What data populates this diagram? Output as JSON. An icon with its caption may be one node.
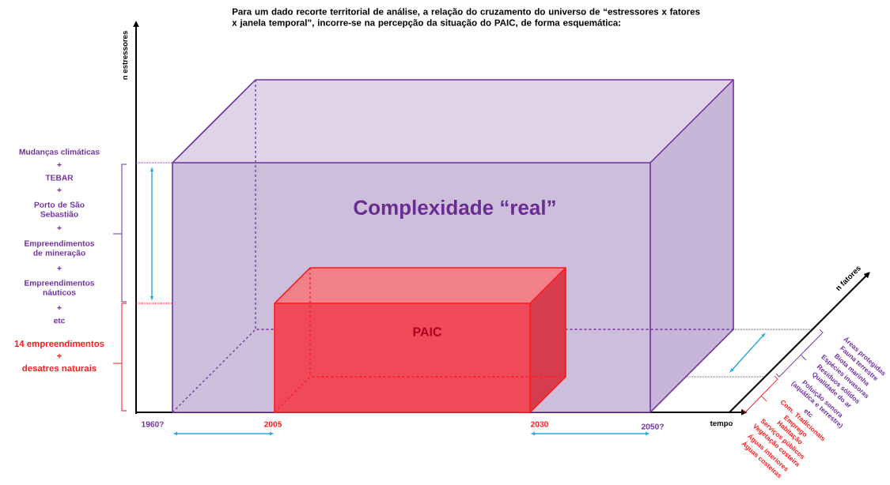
{
  "diagram": {
    "title": "Para um dado recorte territorial de análise, a relação do cruzamento do universo de “estressores x fatores x janela temporal”, incorre-se na percepção da situação do PAIC, de forma esquemática:",
    "nodes": [
      {
        "text": [
          "Complexidade “real”"
        ]
      },
      {
        "text": [
          "PAIC"
        ],
        "in": 0
      }
    ],
    "labels": [
      "n estressores",
      "Mudanças climáticas",
      "+",
      "TEBAR",
      "+",
      "Porto de São Sebastião",
      "+",
      "Empreendimentos de mineração",
      "+",
      "Empreendimentos náuticos",
      "+",
      "etc",
      "14 empreendimentos",
      "+",
      "desatres naturais",
      "1960?",
      "2005",
      "2030",
      "2050?",
      "tempo",
      "n fatores",
      "Áreas protegidas",
      "Fauna terrestre",
      "Biota marinha",
      "Espécies invasoras",
      "Resíduos sólidos",
      "Qualidade do ar",
      "Poluição sonora (aquática e terrestre)",
      "etc",
      "Com. Tradicionais",
      "Emprego",
      "Habitação",
      "Serviços públicos",
      "Vegetação costeira",
      "Águas interiores",
      "Águas costeiras"
    ]
  }
}
